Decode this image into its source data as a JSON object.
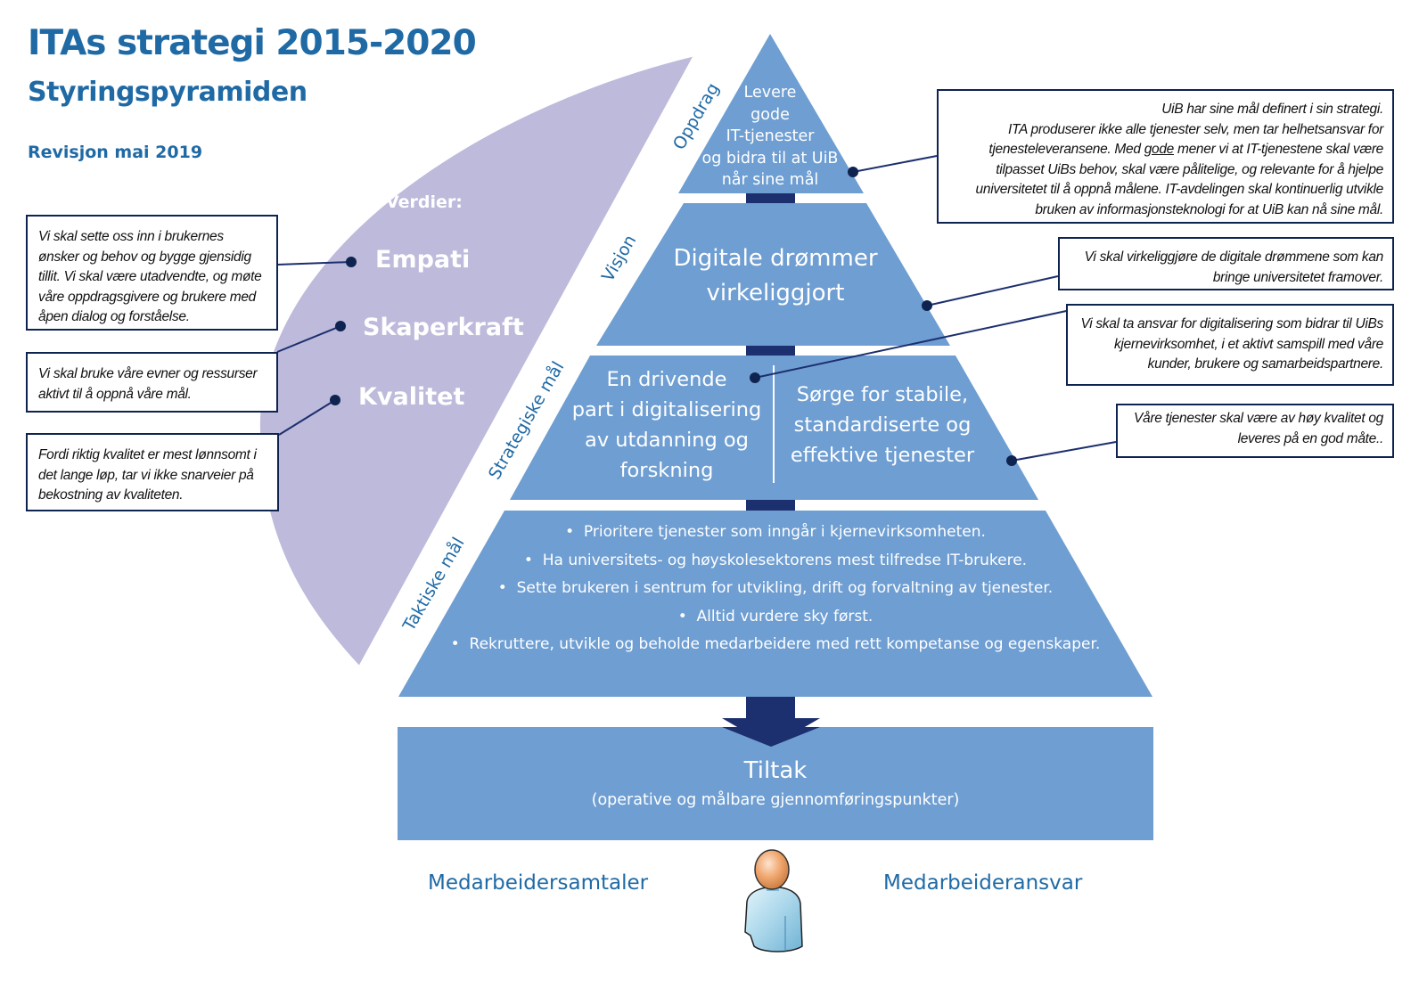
{
  "header": {
    "title": "ITAs strategi 2015-2020",
    "subtitle": "Styringspyramiden",
    "revision": "Revisjon mai 2019"
  },
  "colors": {
    "title_blue": "#1f6aa5",
    "pyramid_fill": "#6e9ed2",
    "values_arc": "#bdbadb",
    "connector_navy": "#1c2f6e",
    "callout_border": "#0f2350"
  },
  "values": {
    "heading": "Verdier:",
    "items": [
      {
        "name": "Empati",
        "description": "Vi skal sette oss inn i brukernes ønsker og behov og bygge gjensidig tillit. Vi skal være utadvendte, og møte våre oppdragsgivere og brukere med åpen dialog og forståelse."
      },
      {
        "name": "Skaperkraft",
        "description": "Vi skal bruke våre evner og ressurser aktivt til å oppnå våre mål."
      },
      {
        "name": "Kvalitet",
        "description": "Fordi riktig kvalitet er mest lønnsomt i det lange løp, tar vi ikke snarveier på bekostning av kvaliteten."
      }
    ]
  },
  "pyramid": {
    "levels": [
      {
        "side_label": "Oppdrag",
        "lines": [
          "Levere",
          "gode",
          "IT-tjenester",
          "og bidra til at UiB",
          "når sine mål"
        ],
        "callout": {
          "line1": "UiB har sine mål definert i sin strategi.",
          "line2": "ITA produserer ikke alle tjenester selv, men tar helhetsansvar for",
          "line3_pre": "tjenesteleveransene. Med ",
          "line3_underlined": "gode",
          "line3_post": " mener vi at IT-tjenestene skal være",
          "line4": "tilpasset UiBs behov, skal være pålitelige, og relevante for å hjelpe",
          "line5": "universitetet til å oppnå målene. IT-avdelingen skal kontinuerlig utvikle",
          "line6": "bruken av informasjonsteknologi for at UiB kan nå sine mål."
        }
      },
      {
        "side_label": "Visjon",
        "lines": [
          "Digitale drømmer",
          "virkeliggjort"
        ],
        "callout": "Vi skal virkeliggjøre de digitale drømmene som kan bringe universitetet framover."
      },
      {
        "side_label": "Strategiske mål",
        "left_lines": [
          "En drivende",
          "part i digitalisering",
          "av utdanning og",
          "forskning"
        ],
        "right_lines": [
          "Sørge for stabile,",
          "standardiserte og",
          "effektive tjenester"
        ],
        "left_callout": "Vi skal ta ansvar for digitalisering som bidrar til UiBs kjernevirksomhet, i et aktivt samspill med våre kunder, brukere og samarbeidspartnere.",
        "right_callout": "Våre tjenester skal være av høy kvalitet og leveres på en god måte.."
      },
      {
        "side_label": "Taktiske mål",
        "bullets": [
          "Prioritere tjenester som inngår i kjernevirksomheten.",
          "Ha universitets- og høyskolesektorens mest tilfredse IT-brukere.",
          "Sette brukeren i sentrum for utvikling, drift og forvaltning av tjenester.",
          "Alltid vurdere sky først.",
          "Rekruttere, utvikle og beholde medarbeidere med rett kompetanse og egenskaper."
        ]
      }
    ]
  },
  "tiltak": {
    "title": "Tiltak",
    "subtitle": "(operative og målbare gjennomføringspunkter)"
  },
  "footer": {
    "left_label": "Medarbeidersamtaler",
    "right_label": "Medarbeideransvar",
    "icon": "person-icon"
  }
}
